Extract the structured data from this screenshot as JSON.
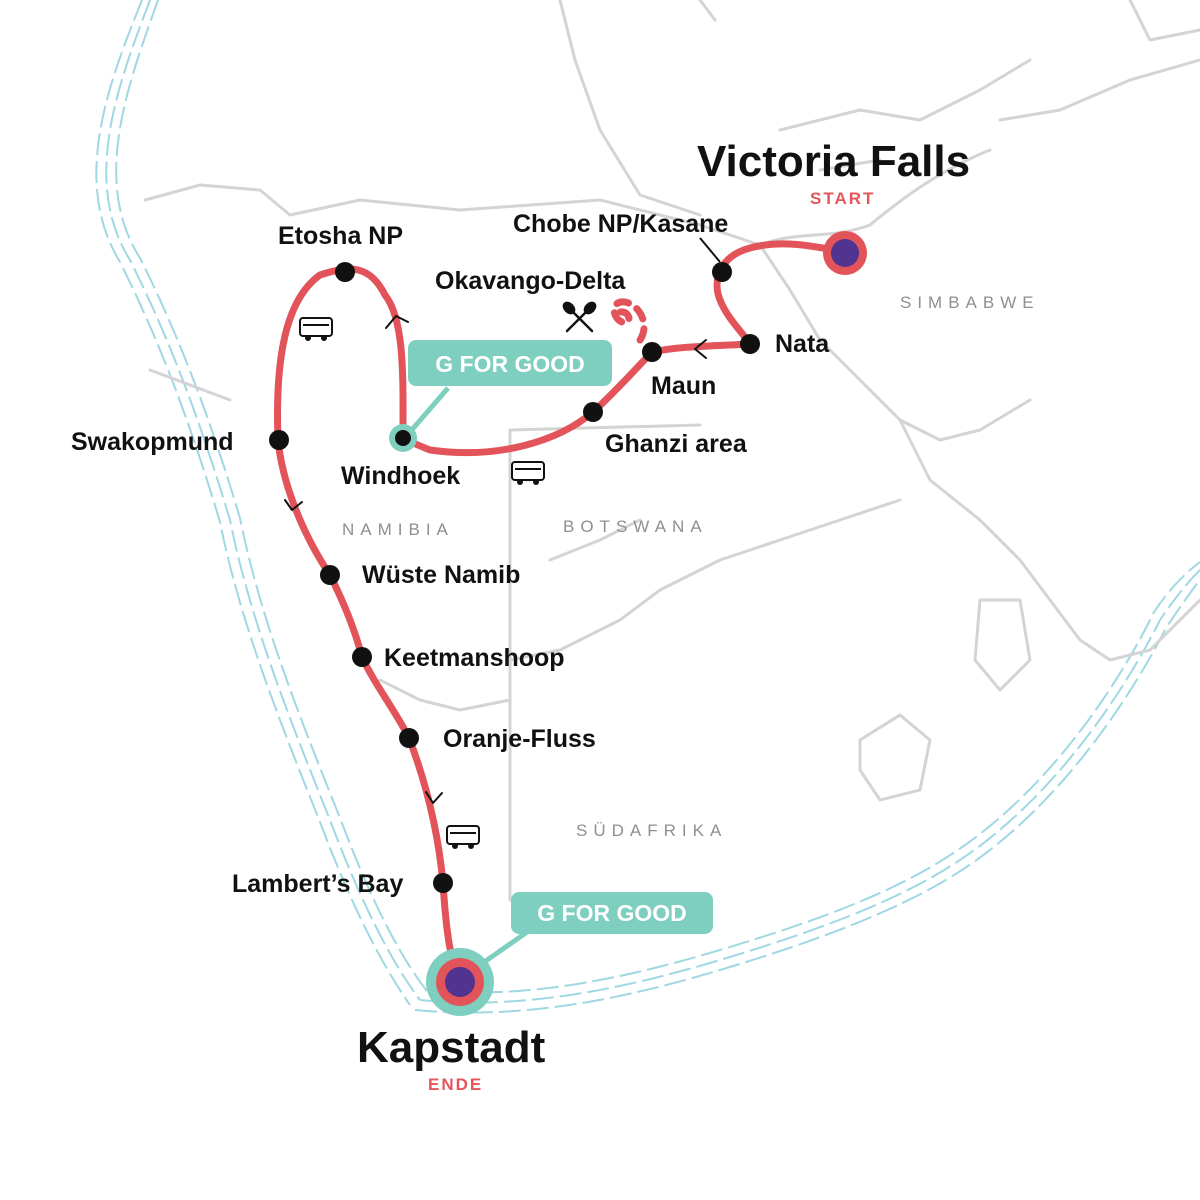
{
  "map": {
    "colors": {
      "route": "#e25459",
      "stop": "#111111",
      "endpoint_fill": "#51348f",
      "good_badge": "#7ecfc0",
      "coast": "#9fd8e3",
      "border": "#d4d4d4",
      "start_end_tag": "#e5555a"
    },
    "start": {
      "name": "Victoria Falls",
      "tag": "START"
    },
    "end": {
      "name": "Kapstadt",
      "tag": "ENDE"
    },
    "stops": [
      {
        "id": "chobe",
        "name": "Chobe NP/Kasane"
      },
      {
        "id": "nata",
        "name": "Nata"
      },
      {
        "id": "maun",
        "name": "Maun"
      },
      {
        "id": "okavango",
        "name": "Okavango-Delta"
      },
      {
        "id": "ghanzi",
        "name": "Ghanzi area"
      },
      {
        "id": "windhoek",
        "name": "Windhoek"
      },
      {
        "id": "etosha",
        "name": "Etosha NP"
      },
      {
        "id": "swakopmund",
        "name": "Swakopmund"
      },
      {
        "id": "namib",
        "name": "Wüste Namib"
      },
      {
        "id": "keetmanshoop",
        "name": "Keetmanshoop"
      },
      {
        "id": "oranje",
        "name": "Oranje-Fluss"
      },
      {
        "id": "lamberts",
        "name": "Lambert’s Bay"
      }
    ],
    "countries": [
      "SIMBABWE",
      "NAMIBIA",
      "BOTSWANA",
      "SÜDAFRIKA"
    ],
    "badges": [
      "G FOR GOOD",
      "G FOR GOOD"
    ],
    "icons": [
      "bus-icon",
      "paddles-icon",
      "arrow-icon"
    ]
  }
}
